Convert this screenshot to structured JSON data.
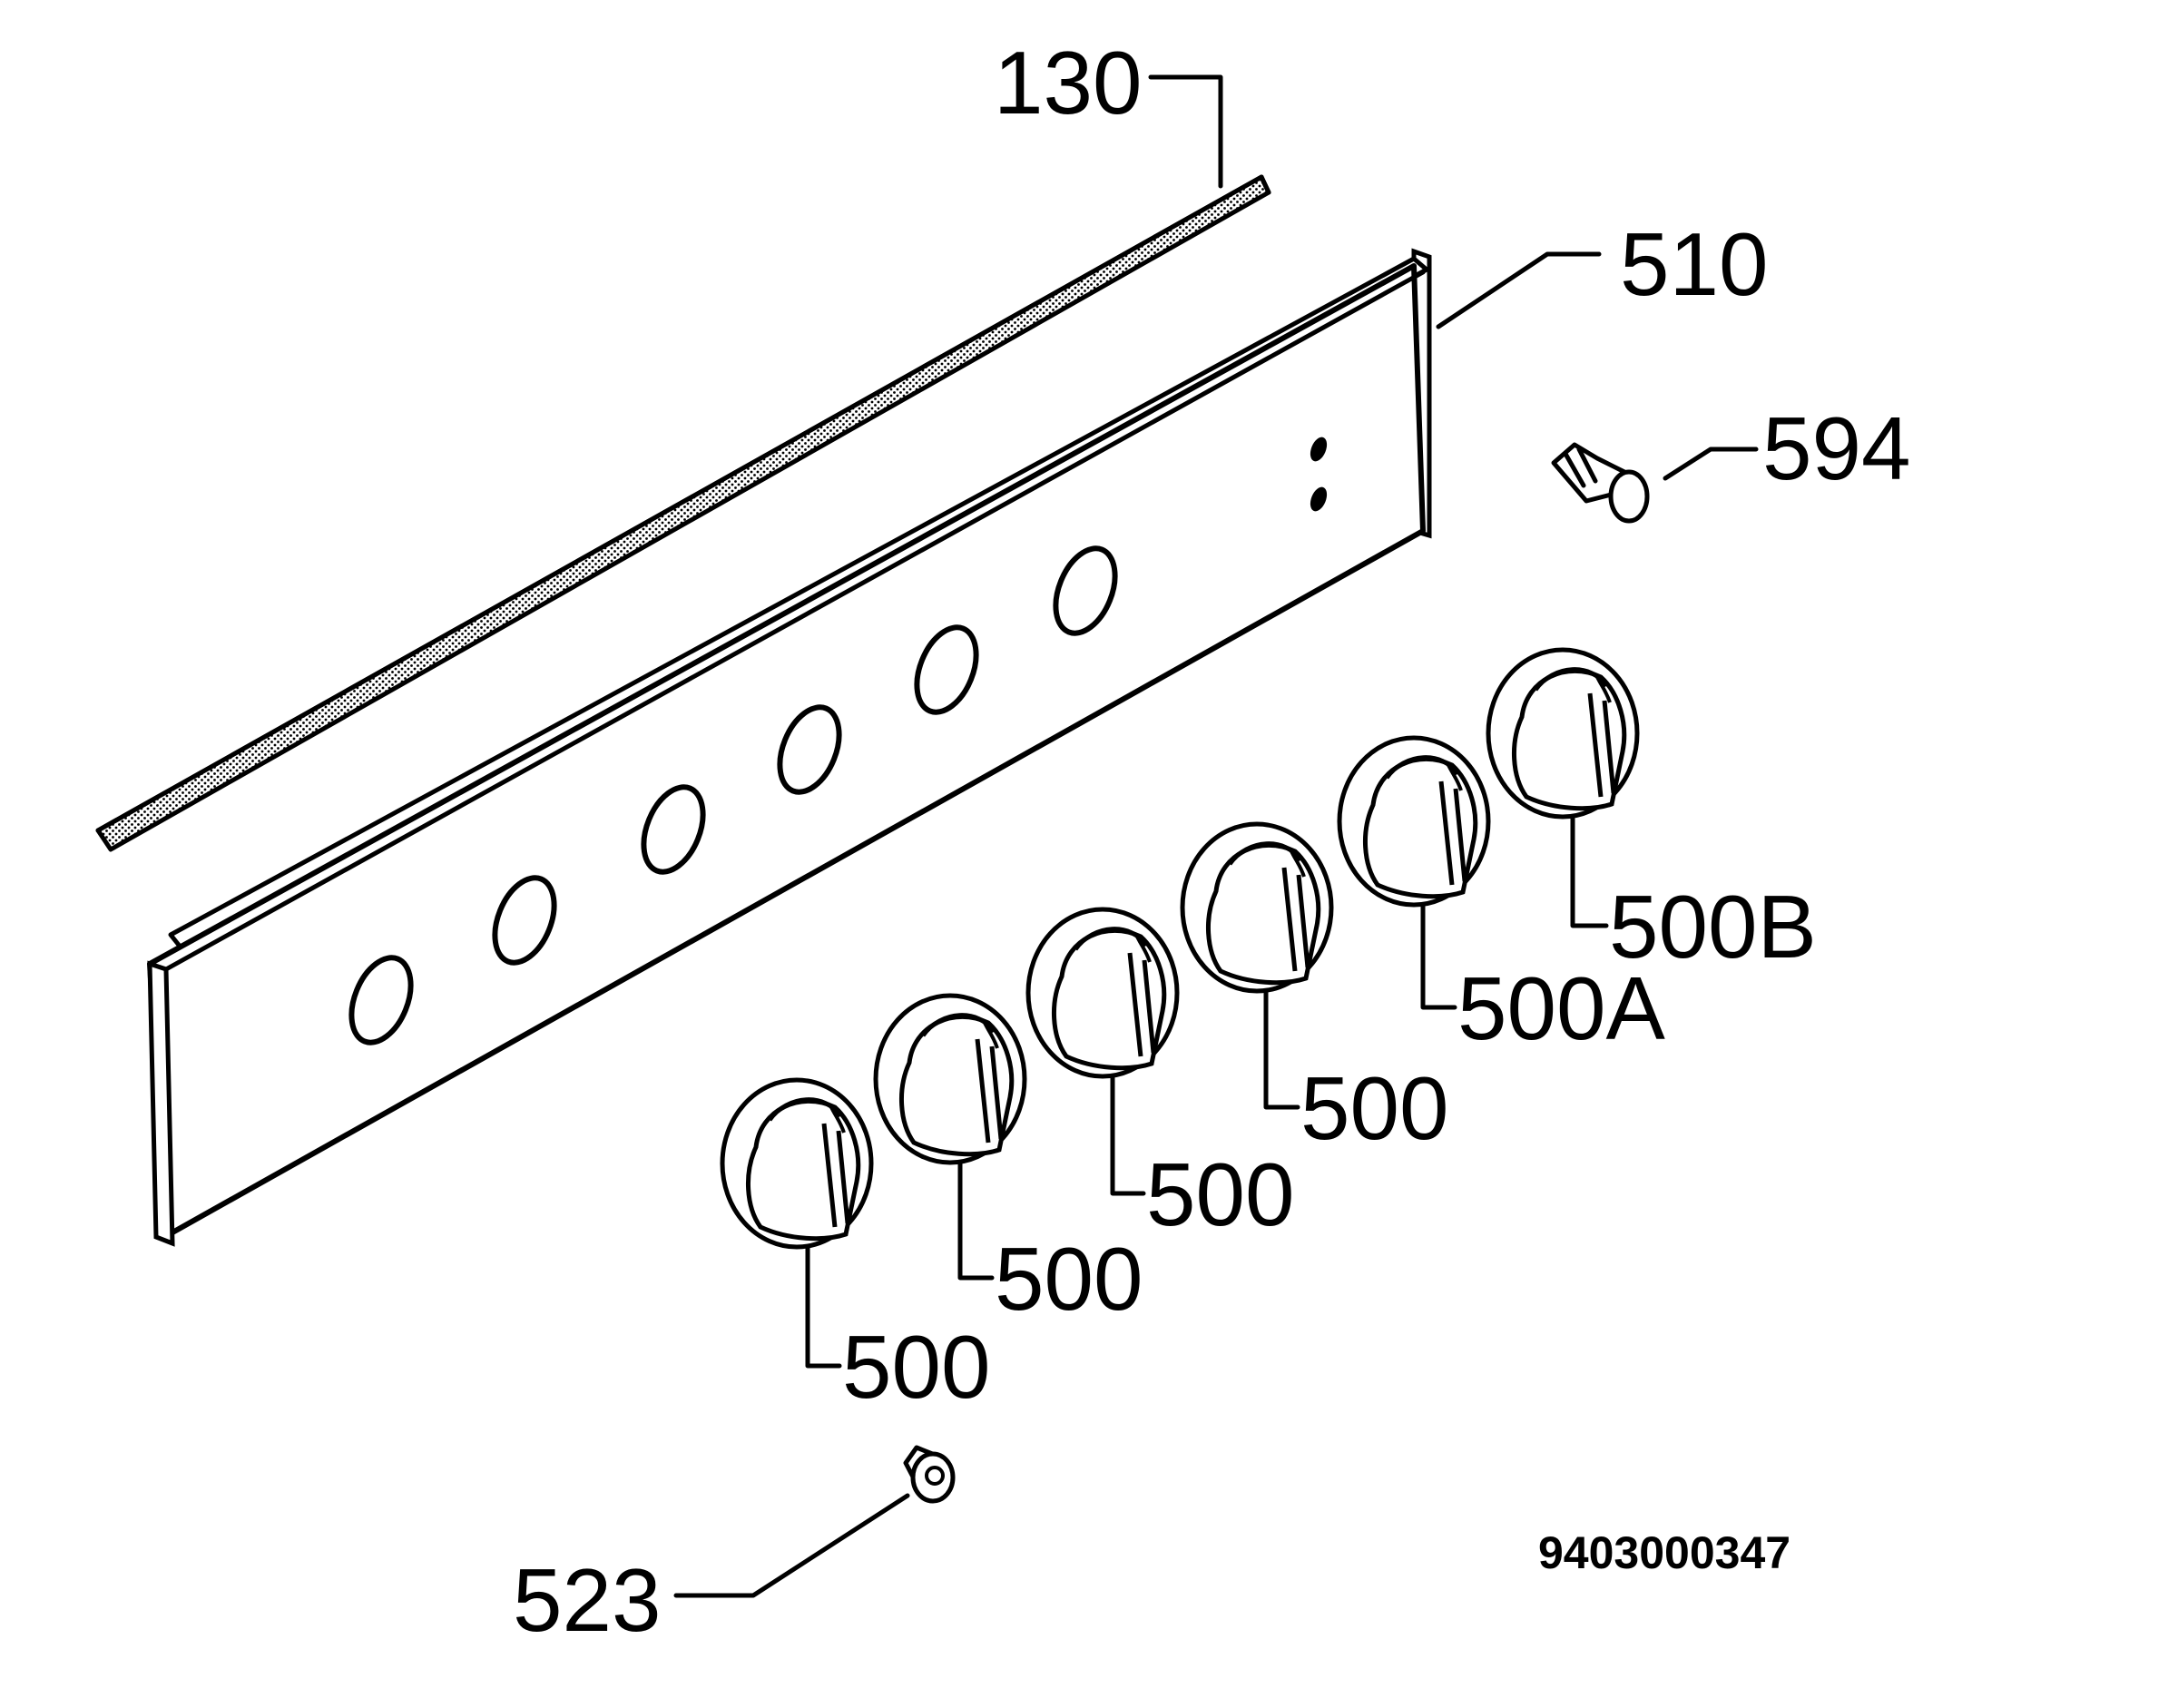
{
  "diagram": {
    "callouts": {
      "strip": "130",
      "panel": "510",
      "lamp": "594",
      "knob1": "500",
      "knob2": "500",
      "knob3": "500",
      "knob4": "500",
      "knob5": "500A",
      "knob6": "500B",
      "screw": "523"
    },
    "drawing_number": "9403000347",
    "line_color": "#000000",
    "background_color": "#ffffff"
  }
}
